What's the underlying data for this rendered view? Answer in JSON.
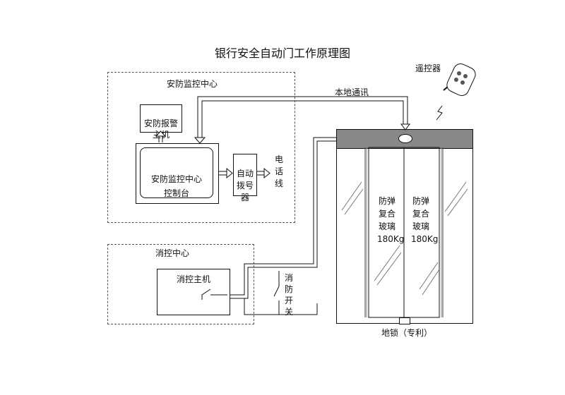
{
  "title": "银行安全自动门工作原理图",
  "remote": {
    "label": "遥控器"
  },
  "local_comm": {
    "label": "本地通讯"
  },
  "security_center": {
    "label": "安防监控中心",
    "alarm_host": "安防报警\n主机",
    "console": "安防监控中心\n控制台",
    "auto_dialer": "自动\n拨号\n器",
    "phone_line": "电\n话\n线"
  },
  "fire_center": {
    "label": "消控中心",
    "fire_host": "消控主机",
    "fire_switch": "消\n防\n开\n关"
  },
  "door": {
    "glass_left": "防弹\n复合\n玻璃",
    "weight_left": "180Kg",
    "glass_right": "防弹\n复合\n玻璃",
    "weight_right": "180Kg",
    "floor_lock": "地锁（专利）"
  }
}
